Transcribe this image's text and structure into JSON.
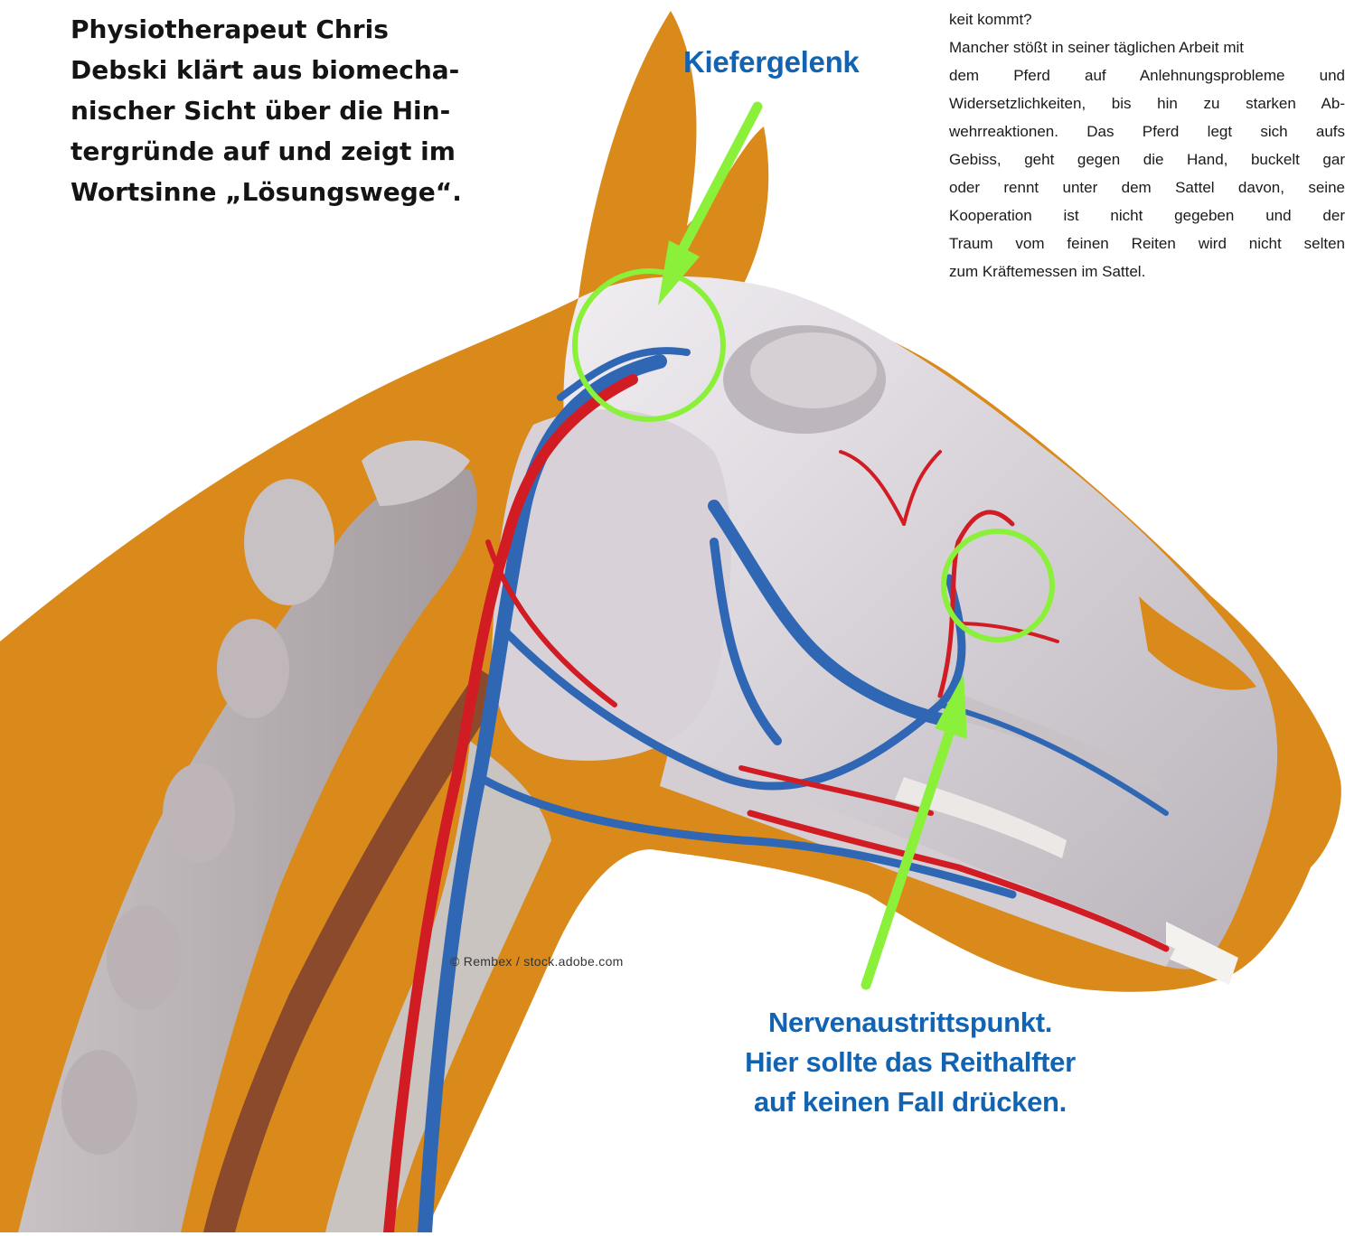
{
  "intro": {
    "lines": [
      "Physiotherapeut Chris",
      "Debski klärt aus biomecha-",
      "nischer Sicht über die Hin-",
      "tergründe auf und zeigt im",
      "Wortsinne „Lösungswege“."
    ]
  },
  "article": {
    "lines": [
      "keit kommt?",
      "Mancher stößt in seiner täglichen Arbeit mit",
      "dem Pferd auf Anlehnungsprobleme und",
      "Widersetzlichkeiten, bis hin zu starken Ab-",
      "wehrreaktionen. Das Pferd legt sich aufs",
      "Gebiss, geht gegen die Hand, buckelt gar",
      "oder rennt unter dem Sattel davon, seine",
      "Kooperation ist nicht gegeben und der",
      "Traum vom feinen Reiten wird nicht selten",
      "zum Kräftemessen im Sattel."
    ]
  },
  "labels": {
    "jaw_joint": "Kiefergelenk",
    "nerve": [
      "Nervenaustrittspunkt.",
      "Hier sollte das Reithalfter",
      "auf keinen Fall drücken."
    ]
  },
  "credit": "© Rembex / stock.adobe.com",
  "colors": {
    "silhouette": "#d98a1a",
    "bone": "#dcd7dc",
    "artery": "#d21c24",
    "vein": "#2f67b5",
    "marker": "#8bf03a",
    "label": "#1264b2"
  }
}
